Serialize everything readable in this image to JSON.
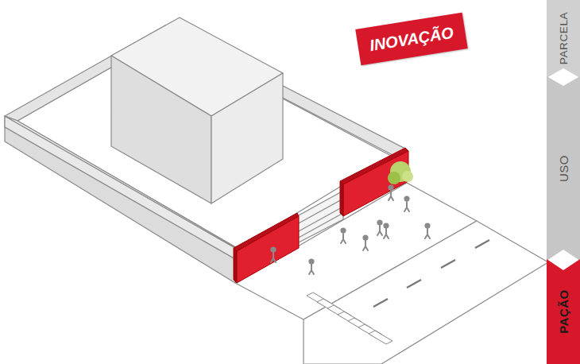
{
  "diagram": {
    "nodes": [
      {
        "text": [
          "INOVAÇÃO"
        ]
      },
      {
        "text": [
          "PARCELA"
        ]
      },
      {
        "text": [
          "USO"
        ]
      },
      {
        "text": [
          "PAÇÃO"
        ]
      }
    ]
  }
}
